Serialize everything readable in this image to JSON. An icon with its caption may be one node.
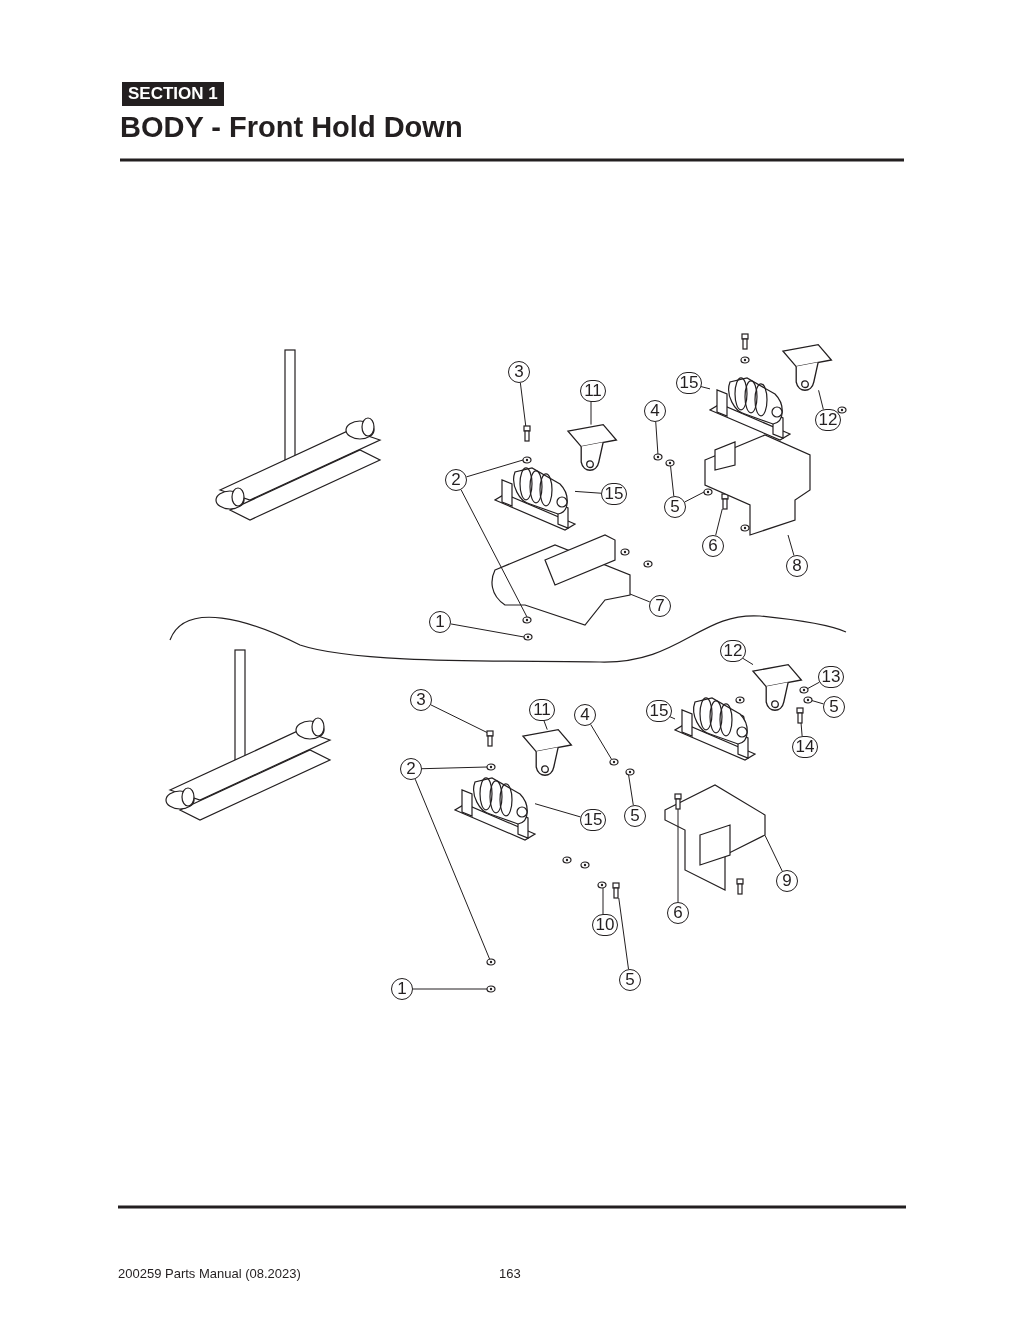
{
  "diagram": {
    "title": "BODY - Front Hold Down",
    "nodes": [
      {
        "text": [
          "3"
        ]
      },
      {
        "text": [
          "11"
        ]
      },
      {
        "text": [
          "15"
        ]
      },
      {
        "text": [
          "4"
        ]
      },
      {
        "text": [
          "12"
        ]
      },
      {
        "text": [
          "2"
        ]
      },
      {
        "text": [
          "15"
        ]
      },
      {
        "text": [
          "5"
        ]
      },
      {
        "text": [
          "6"
        ]
      },
      {
        "text": [
          "8"
        ]
      },
      {
        "text": [
          "7"
        ]
      },
      {
        "text": [
          "1"
        ]
      },
      {
        "text": [
          "12"
        ]
      },
      {
        "text": [
          "13"
        ]
      },
      {
        "text": [
          "5"
        ]
      },
      {
        "text": [
          "14"
        ]
      },
      {
        "text": [
          "3"
        ]
      },
      {
        "text": [
          "11"
        ]
      },
      {
        "text": [
          "4"
        ]
      },
      {
        "text": [
          "15"
        ]
      },
      {
        "text": [
          "2"
        ]
      },
      {
        "text": [
          "5"
        ]
      },
      {
        "text": [
          "15"
        ]
      },
      {
        "text": [
          "9"
        ]
      },
      {
        "text": [
          "10"
        ]
      },
      {
        "text": [
          "6"
        ]
      },
      {
        "text": [
          "5"
        ]
      },
      {
        "text": [
          "1"
        ]
      },
      {
        "text": [],
        "shape": "picture"
      },
      {
        "text": [],
        "shape": "picture"
      },
      {
        "text": [],
        "shape": "picture"
      },
      {
        "text": [],
        "shape": "picture"
      },
      {
        "text": [],
        "shape": "picture"
      },
      {
        "text": [],
        "shape": "picture"
      },
      {
        "text": [],
        "shape": "picture"
      },
      {
        "text": [],
        "shape": "picture"
      },
      {
        "text": [],
        "shape": "picture"
      },
      {
        "text": [],
        "shape": "picture"
      },
      {
        "text": [],
        "shape": "picture"
      },
      {
        "text": [],
        "shape": "picture"
      },
      {
        "text": [],
        "shape": "picture"
      },
      {
        "text": [],
        "shape": "picture"
      },
      {
        "text": [],
        "shape": "picture"
      },
      {
        "text": [],
        "shape": "picture"
      },
      {
        "text": [],
        "shape": "picture"
      },
      {
        "text": [],
        "shape": "picture"
      },
      {
        "text": [],
        "shape": "picture"
      },
      {
        "text": [],
        "shape": "picture"
      },
      {
        "text": [],
        "shape": "picture"
      },
      {
        "text": [],
        "shape": "picture"
      },
      {
        "text": [],
        "shape": "picture"
      },
      {
        "text": [],
        "shape": "picture"
      },
      {
        "text": [],
        "shape": "picture"
      },
      {
        "text": [],
        "shape": "picture"
      },
      {
        "text": [],
        "shape": "picture"
      },
      {
        "text": [],
        "shape": "picture"
      },
      {
        "text": [],
        "shape": "picture"
      },
      {
        "text": [],
        "shape": "picture"
      },
      {
        "text": [],
        "shape": "picture"
      }
    ],
    "edges": [
      {
        "from": 0,
        "to": 28,
        "arrow": "none"
      },
      {
        "from": 1,
        "to": 29,
        "arrow": "none"
      },
      {
        "from": 2,
        "to": 30,
        "arrow": "none"
      },
      {
        "from": 3,
        "to": 31,
        "arrow": "none"
      },
      {
        "from": 4,
        "to": 32,
        "arrow": "none"
      },
      {
        "from": 5,
        "to": 33,
        "arrow": "none"
      },
      {
        "from": 5,
        "to": 34,
        "arrow": "none"
      },
      {
        "from": 6,
        "to": 35,
        "arrow": "none"
      },
      {
        "from": 7,
        "to": 36,
        "arrow": "none"
      },
      {
        "from": 7,
        "to": 37,
        "arrow": "none"
      },
      {
        "from": 8,
        "to": 38,
        "arrow": "none"
      },
      {
        "from": 9,
        "to": 39,
        "arrow": "none"
      },
      {
        "from": 10,
        "to": 40,
        "arrow": "none"
      },
      {
        "from": 11,
        "to": 41,
        "arrow": "none"
      },
      {
        "from": 12,
        "to": 42,
        "arrow": "none"
      },
      {
        "from": 13,
        "to": 43,
        "arrow": "none"
      },
      {
        "from": 14,
        "to": 44,
        "arrow": "none"
      },
      {
        "from": 15,
        "to": 45,
        "arrow": "none"
      },
      {
        "from": 16,
        "to": 46,
        "arrow": "none"
      },
      {
        "from": 17,
        "to": 47,
        "arrow": "none"
      },
      {
        "from": 18,
        "to": 48,
        "arrow": "none"
      },
      {
        "from": 19,
        "to": 49,
        "arrow": "none"
      },
      {
        "from": 20,
        "to": 50,
        "arrow": "none"
      },
      {
        "from": 20,
        "to": 51,
        "arrow": "none"
      },
      {
        "from": 21,
        "to": 52,
        "arrow": "none"
      },
      {
        "from": 22,
        "to": 53,
        "arrow": "none"
      },
      {
        "from": 23,
        "to": 54,
        "arrow": "none"
      },
      {
        "from": 24,
        "to": 55,
        "arrow": "none"
      },
      {
        "from": 25,
        "to": 56,
        "arrow": "none"
      },
      {
        "from": 26,
        "to": 57,
        "arrow": "none"
      },
      {
        "from": 27,
        "to": 58,
        "arrow": "none"
      }
    ],
    "labels": [
      "SECTION 1",
      "200259 Parts Manual (08.2023)",
      "163"
    ]
  }
}
